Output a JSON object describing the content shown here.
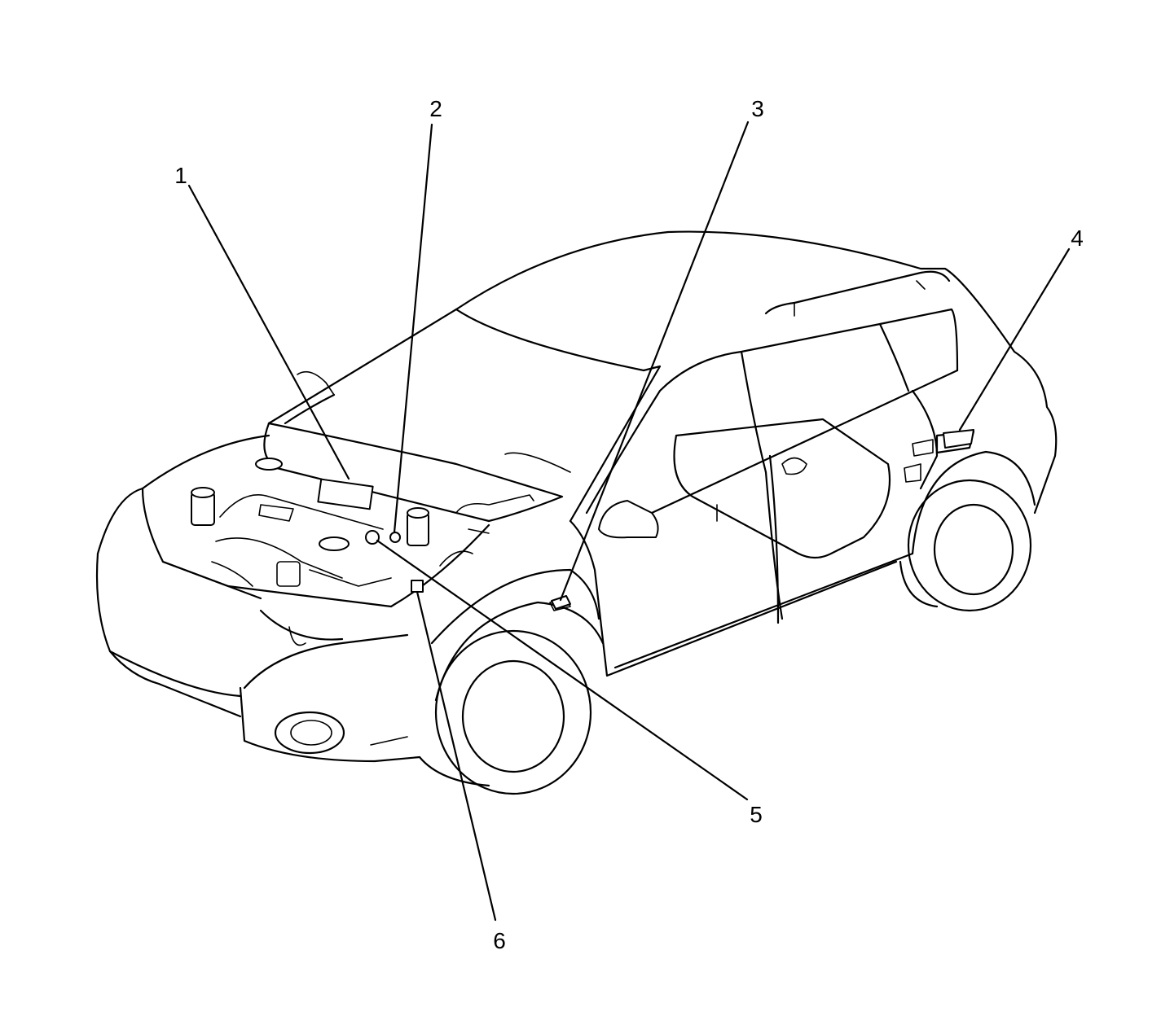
{
  "callouts": [
    {
      "id": "1",
      "label": "1"
    },
    {
      "id": "2",
      "label": "2"
    },
    {
      "id": "3",
      "label": "3"
    },
    {
      "id": "4",
      "label": "4"
    },
    {
      "id": "5",
      "label": "5"
    },
    {
      "id": "6",
      "label": "6"
    }
  ],
  "style": {
    "line_color": "#000000",
    "background": "#ffffff"
  }
}
